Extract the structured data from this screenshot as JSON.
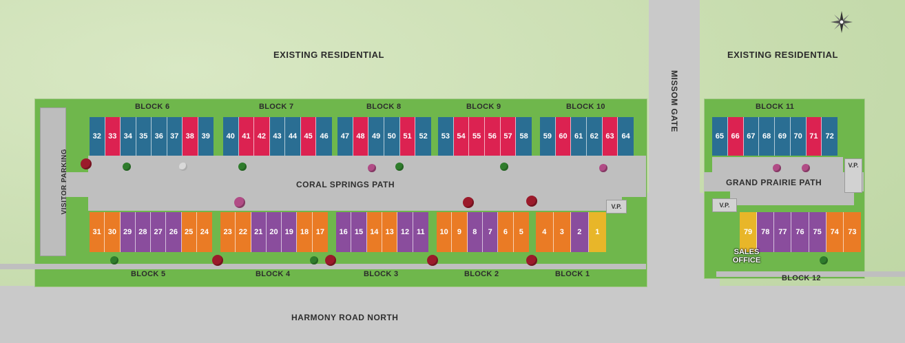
{
  "labels": {
    "existing_residential_west": "EXISTING RESIDENTIAL",
    "existing_residential_east": "EXISTING RESIDENTIAL",
    "missom_gate": "MISSOM GATE",
    "coral_springs_path": "CORAL SPRINGS PATH",
    "grand_prairie_path": "GRAND PRAIRIE PATH",
    "harmony_road_north": "HARMONY ROAD NORTH",
    "visitor_parking": "VISITOR PARKING",
    "sales_office": "SALES OFFICE",
    "vp": "V.P."
  },
  "colors": {
    "blue": "#2a6e93",
    "red": "#dc2251",
    "orange": "#ea7b25",
    "purple": "#8a4d9d",
    "yellow": "#e8b629",
    "road": "#c9c9c9",
    "lawn": "#6fb74c"
  },
  "blocks": [
    {
      "id": "block-6",
      "label": "BLOCK 6",
      "lots": [
        {
          "n": "32",
          "c": "blue"
        },
        {
          "n": "33",
          "c": "red"
        },
        {
          "n": "34",
          "c": "blue"
        },
        {
          "n": "35",
          "c": "blue"
        },
        {
          "n": "36",
          "c": "blue"
        },
        {
          "n": "37",
          "c": "blue"
        },
        {
          "n": "38",
          "c": "red"
        },
        {
          "n": "39",
          "c": "blue"
        }
      ]
    },
    {
      "id": "block-7",
      "label": "BLOCK 7",
      "lots": [
        {
          "n": "40",
          "c": "blue"
        },
        {
          "n": "41",
          "c": "red"
        },
        {
          "n": "42",
          "c": "red"
        },
        {
          "n": "43",
          "c": "blue"
        },
        {
          "n": "44",
          "c": "blue"
        },
        {
          "n": "45",
          "c": "red"
        },
        {
          "n": "46",
          "c": "blue"
        }
      ]
    },
    {
      "id": "block-8",
      "label": "BLOCK 8",
      "lots": [
        {
          "n": "47",
          "c": "blue"
        },
        {
          "n": "48",
          "c": "red"
        },
        {
          "n": "49",
          "c": "blue"
        },
        {
          "n": "50",
          "c": "blue"
        },
        {
          "n": "51",
          "c": "red"
        },
        {
          "n": "52",
          "c": "blue"
        }
      ]
    },
    {
      "id": "block-9",
      "label": "BLOCK 9",
      "lots": [
        {
          "n": "53",
          "c": "blue"
        },
        {
          "n": "54",
          "c": "red"
        },
        {
          "n": "55",
          "c": "red"
        },
        {
          "n": "56",
          "c": "red"
        },
        {
          "n": "57",
          "c": "red"
        },
        {
          "n": "58",
          "c": "blue"
        }
      ]
    },
    {
      "id": "block-10",
      "label": "BLOCK 10",
      "lots": [
        {
          "n": "59",
          "c": "blue"
        },
        {
          "n": "60",
          "c": "red"
        },
        {
          "n": "61",
          "c": "blue"
        },
        {
          "n": "62",
          "c": "blue"
        },
        {
          "n": "63",
          "c": "red"
        },
        {
          "n": "64",
          "c": "blue"
        }
      ]
    },
    {
      "id": "block-11",
      "label": "BLOCK 11",
      "lots": [
        {
          "n": "65",
          "c": "blue"
        },
        {
          "n": "66",
          "c": "red"
        },
        {
          "n": "67",
          "c": "blue"
        },
        {
          "n": "68",
          "c": "blue"
        },
        {
          "n": "69",
          "c": "blue"
        },
        {
          "n": "70",
          "c": "blue"
        },
        {
          "n": "71",
          "c": "red"
        },
        {
          "n": "72",
          "c": "blue"
        }
      ]
    },
    {
      "id": "block-5",
      "label": "BLOCK 5",
      "lots": [
        {
          "n": "31",
          "c": "orange"
        },
        {
          "n": "30",
          "c": "orange"
        },
        {
          "n": "29",
          "c": "purple"
        },
        {
          "n": "28",
          "c": "purple"
        },
        {
          "n": "27",
          "c": "purple"
        },
        {
          "n": "26",
          "c": "purple"
        },
        {
          "n": "25",
          "c": "orange"
        },
        {
          "n": "24",
          "c": "orange"
        }
      ]
    },
    {
      "id": "block-4",
      "label": "BLOCK 4",
      "lots": [
        {
          "n": "23",
          "c": "orange"
        },
        {
          "n": "22",
          "c": "orange"
        },
        {
          "n": "21",
          "c": "purple"
        },
        {
          "n": "20",
          "c": "purple"
        },
        {
          "n": "19",
          "c": "purple"
        },
        {
          "n": "18",
          "c": "orange"
        },
        {
          "n": "17",
          "c": "orange"
        }
      ]
    },
    {
      "id": "block-3",
      "label": "BLOCK 3",
      "lots": [
        {
          "n": "16",
          "c": "purple"
        },
        {
          "n": "15",
          "c": "purple"
        },
        {
          "n": "14",
          "c": "orange"
        },
        {
          "n": "13",
          "c": "orange"
        },
        {
          "n": "12",
          "c": "purple"
        },
        {
          "n": "11",
          "c": "purple"
        }
      ]
    },
    {
      "id": "block-2",
      "label": "BLOCK 2",
      "lots": [
        {
          "n": "10",
          "c": "orange"
        },
        {
          "n": "9",
          "c": "orange"
        },
        {
          "n": "8",
          "c": "purple"
        },
        {
          "n": "7",
          "c": "purple"
        },
        {
          "n": "6",
          "c": "orange"
        },
        {
          "n": "5",
          "c": "orange"
        }
      ]
    },
    {
      "id": "block-1",
      "label": "BLOCK 1",
      "lots": [
        {
          "n": "4",
          "c": "orange"
        },
        {
          "n": "3",
          "c": "orange"
        },
        {
          "n": "2",
          "c": "purple"
        },
        {
          "n": "1",
          "c": "yellow"
        }
      ]
    },
    {
      "id": "block-12",
      "label": "BLOCK 12",
      "lots": [
        {
          "n": "79",
          "c": "yellow"
        },
        {
          "n": "78",
          "c": "purple"
        },
        {
          "n": "77",
          "c": "purple"
        },
        {
          "n": "76",
          "c": "purple"
        },
        {
          "n": "75",
          "c": "purple"
        },
        {
          "n": "74",
          "c": "orange"
        },
        {
          "n": "73",
          "c": "orange"
        }
      ]
    }
  ]
}
